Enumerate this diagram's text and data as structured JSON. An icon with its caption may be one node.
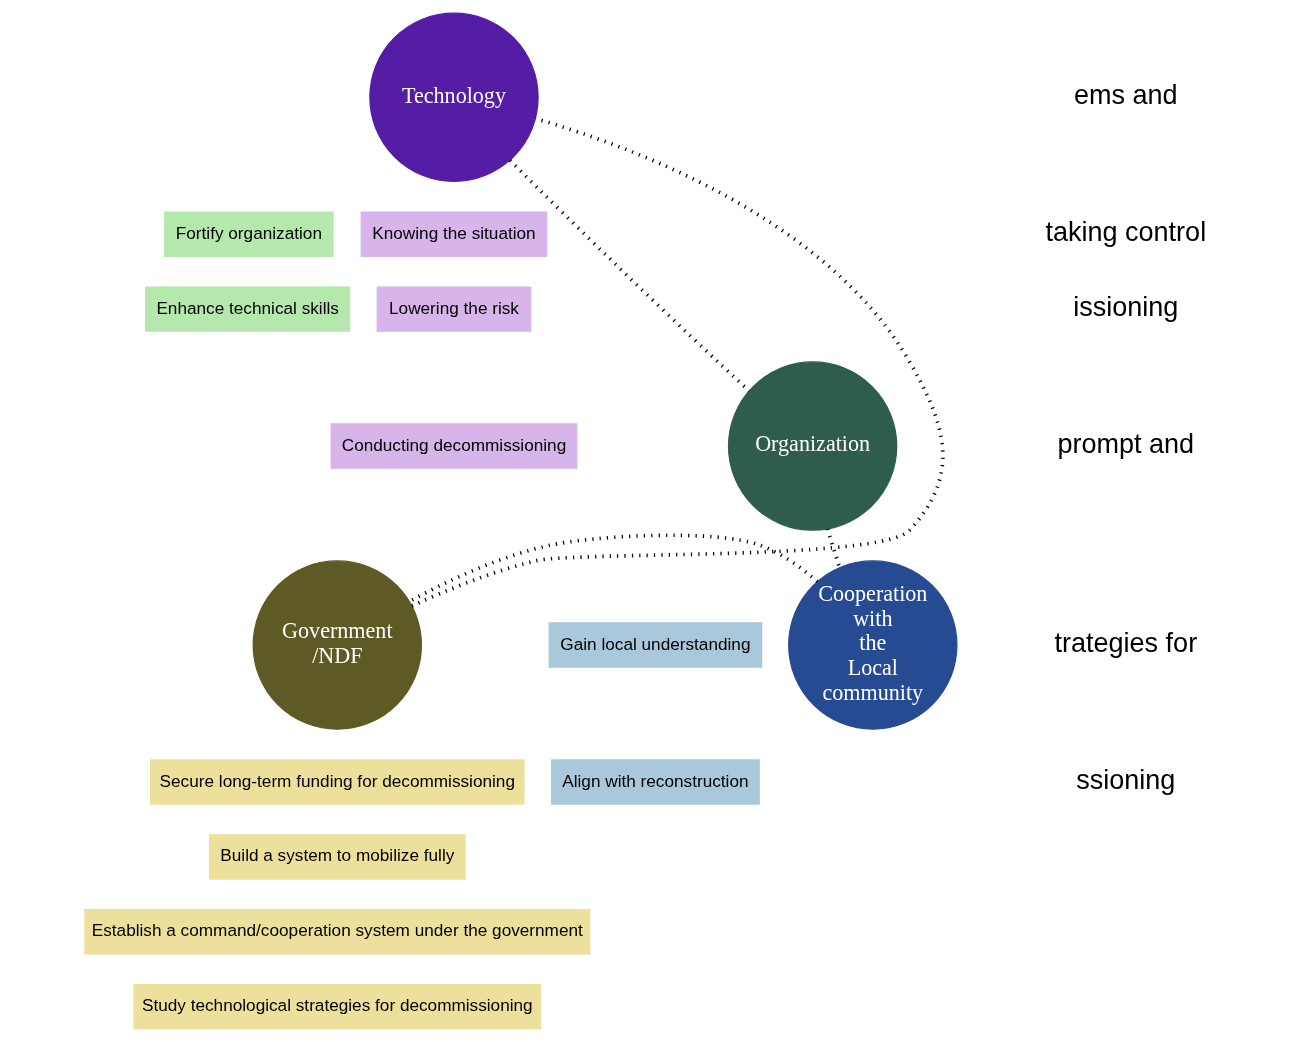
{
  "diagram": {
    "nodes": [
      {
        "text": [
          "Technology"
        ]
      },
      {
        "text": [
          "Fortify organization"
        ]
      },
      {
        "text": [
          "Enhance technical skills"
        ]
      },
      {
        "text": [
          "Knowing the situation"
        ]
      },
      {
        "text": [
          "Lowering the risk"
        ]
      },
      {
        "text": [
          "Conducting decommissioning"
        ]
      },
      {
        "text": [
          "Organization"
        ]
      },
      {
        "text": [
          "Gain local understanding"
        ]
      },
      {
        "text": [
          "Align with reconstruction"
        ]
      },
      {
        "text": [
          "Government /NDF"
        ]
      },
      {
        "text": [
          "Cooperation with the Local community"
        ]
      },
      {
        "text": [
          "Secure long-term funding for decommissioning"
        ]
      },
      {
        "text": [
          "Build a system to mobilize fully"
        ]
      },
      {
        "text": [
          "Establish a command/cooperation system under the government"
        ]
      },
      {
        "text": [
          "Study technological strategies for decommissioning"
        ]
      }
    ],
    "edges": [
      {
        "from": 0,
        "to": 6,
        "arrow": "none",
        "style": "dashed"
      },
      {
        "from": 6,
        "to": 10,
        "arrow": "none",
        "style": "dashed"
      },
      {
        "from": 10,
        "to": 9,
        "arrow": "none",
        "style": "dashed"
      },
      {
        "from": 9,
        "to": 0,
        "arrow": "none",
        "style": "dashed"
      }
    ],
    "labels": [
      "ems and",
      "taking control",
      "issioning",
      "prompt and",
      "trategies for",
      "ssioning"
    ]
  }
}
